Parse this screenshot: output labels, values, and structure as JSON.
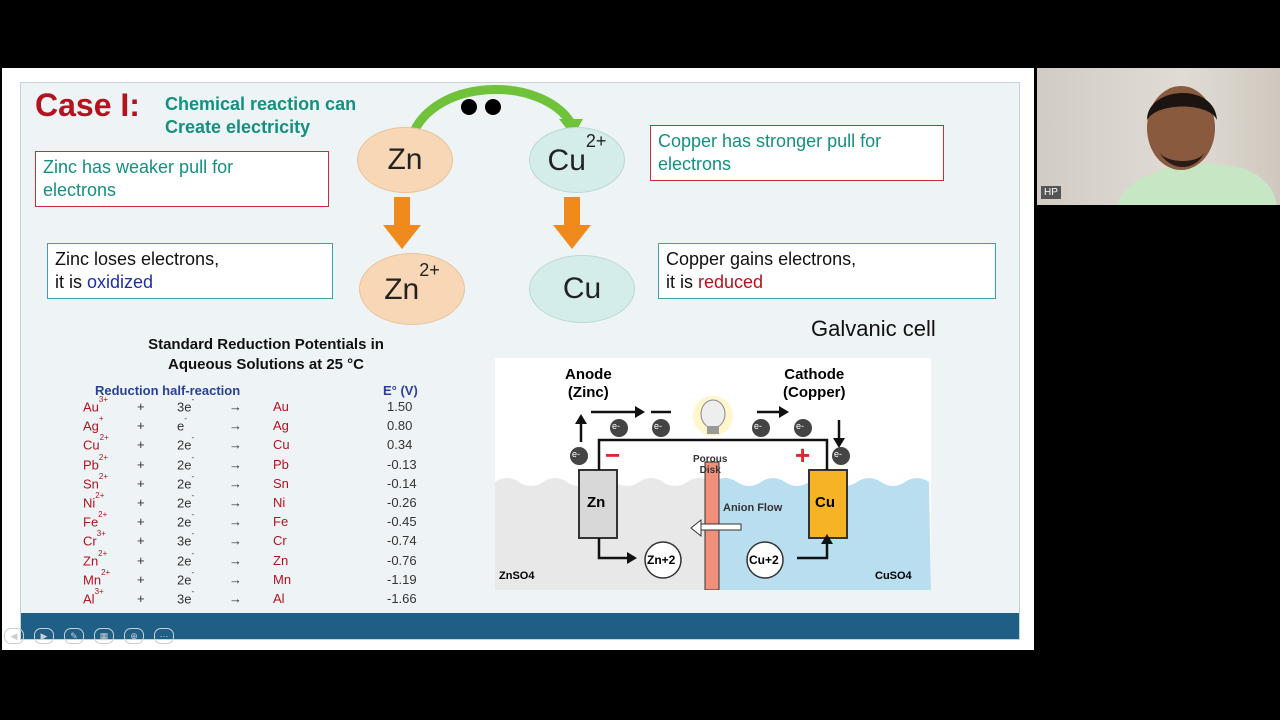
{
  "slide": {
    "case_label": "Case  I:",
    "case_sub_1": "Chemical reaction can",
    "case_sub_2": "Create electricity",
    "zinc_pull_1": "Zinc has weaker pull for",
    "zinc_pull_2": "electrons",
    "copper_pull_1": "Copper has stronger pull for",
    "copper_pull_2": "electrons",
    "zinc_lose_1": "Zinc loses electrons,",
    "zinc_lose_2": "it is ",
    "oxidized": "oxidized",
    "copper_gain_1": "Copper gains electrons,",
    "copper_gain_2": "it is ",
    "reduced": "reduced",
    "zn": "Zn",
    "cu2_base": "Cu",
    "cu2_sup": "2+",
    "zn2_base": "Zn",
    "zn2_sup": "2+",
    "cu": "Cu",
    "galvanic": "Galvanic cell",
    "colors": {
      "title_red": "#b3121e",
      "teal": "#13907f",
      "peach": "#f8d7b6",
      "mint": "#d4ecea",
      "arrow_orange": "#f08a1c",
      "arrow_green": "#6fc23a",
      "footer": "#1f5f85"
    }
  },
  "table": {
    "title_1": "Standard Reduction Potentials in",
    "title_2": "Aqueous Solutions at 25 °C",
    "col_reaction": "Reduction half-reaction",
    "col_e": "E° (V)",
    "rows": [
      {
        "ion": "Au",
        "charge": "3+",
        "plus": "+",
        "e": "3e",
        "esup": "-",
        "arrow": "→",
        "metal": "Au",
        "v": "1.50"
      },
      {
        "ion": "Ag",
        "charge": "+",
        "plus": "+",
        "e": "e",
        "esup": "-",
        "arrow": "→",
        "metal": "Ag",
        "v": "0.80"
      },
      {
        "ion": "Cu",
        "charge": "2+",
        "plus": "+",
        "e": "2e",
        "esup": "-",
        "arrow": "→",
        "metal": "Cu",
        "v": "0.34"
      },
      {
        "ion": "Pb",
        "charge": "2+",
        "plus": "+",
        "e": "2e",
        "esup": "-",
        "arrow": "→",
        "metal": "Pb",
        "v": "-0.13"
      },
      {
        "ion": "Sn",
        "charge": "2+",
        "plus": "+",
        "e": "2e",
        "esup": "-",
        "arrow": "→",
        "metal": "Sn",
        "v": "-0.14"
      },
      {
        "ion": "Ni",
        "charge": "2+",
        "plus": "+",
        "e": "2e",
        "esup": "-",
        "arrow": "→",
        "metal": "Ni",
        "v": "-0.26"
      },
      {
        "ion": "Fe",
        "charge": "2+",
        "plus": "+",
        "e": "2e",
        "esup": "-",
        "arrow": "→",
        "metal": "Fe",
        "v": "-0.45"
      },
      {
        "ion": "Cr",
        "charge": "3+",
        "plus": "+",
        "e": "3e",
        "esup": "-",
        "arrow": "→",
        "metal": "Cr",
        "v": "-0.74"
      },
      {
        "ion": "Zn",
        "charge": "2+",
        "plus": "+",
        "e": "2e",
        "esup": "-",
        "arrow": "→",
        "metal": "Zn",
        "v": "-0.76"
      },
      {
        "ion": "Mn",
        "charge": "2+",
        "plus": "+",
        "e": "2e",
        "esup": "-",
        "arrow": "→",
        "metal": "Mn",
        "v": "-1.19"
      },
      {
        "ion": "Al",
        "charge": "3+",
        "plus": "+",
        "e": "3e",
        "esup": "-",
        "arrow": "→",
        "metal": "Al",
        "v": "-1.66"
      }
    ]
  },
  "diagram": {
    "anode_1": "Anode",
    "anode_2": "(Zinc)",
    "cathode_1": "Cathode",
    "cathode_2": "(Copper)",
    "electron": "e-",
    "minus": "−",
    "plus": "+",
    "porous_1": "Porous",
    "porous_2": "Disk",
    "anion_flow": "Anion Flow",
    "zn_electrode": "Zn",
    "cu_electrode": "Cu",
    "zn_ion": "Zn+2",
    "cu_ion": "Cu+2",
    "znso4": "ZnSO4",
    "cuso4": "CuSO4"
  },
  "webcam": {
    "badge": "HP"
  }
}
